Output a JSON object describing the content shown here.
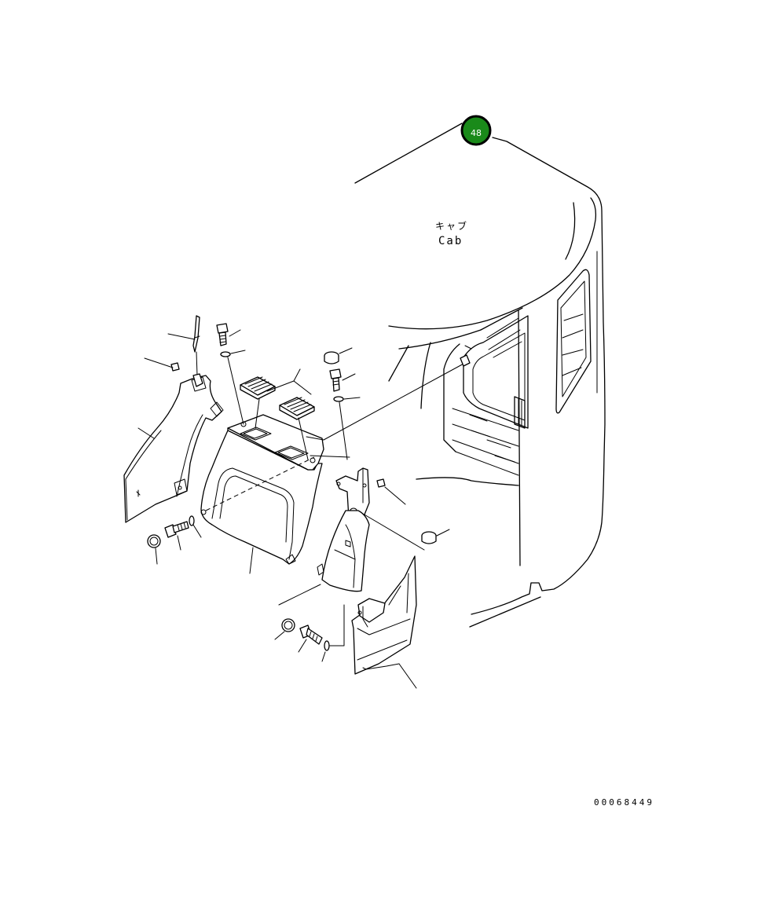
{
  "diagram": {
    "cab_label_jp": "キャブ",
    "cab_label_en": "Cab",
    "callout_number": "48",
    "callout_color": "#1a8a1a",
    "document_number": "00068449"
  }
}
